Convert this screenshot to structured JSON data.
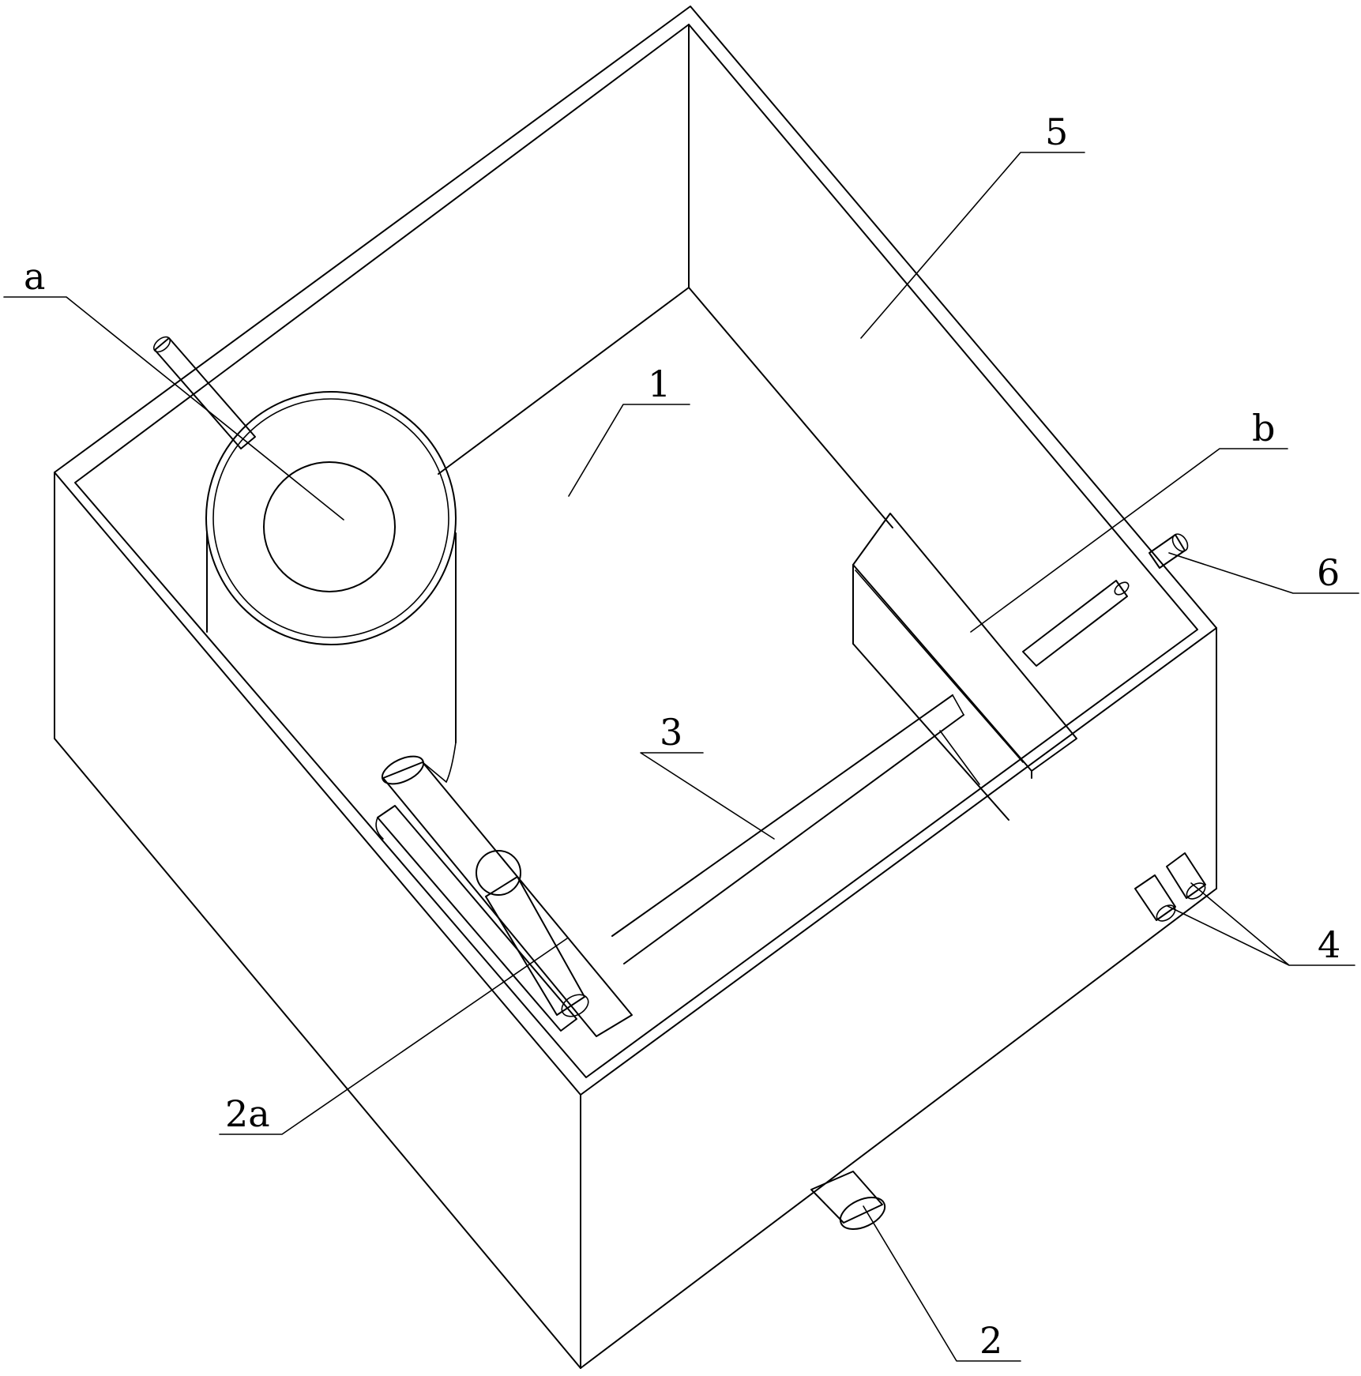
{
  "labels": {
    "a": "a",
    "one": "1",
    "five": "5",
    "b": "b",
    "six": "6",
    "three": "3",
    "four": "4",
    "two_a": "2a",
    "two": "2"
  },
  "colors": {
    "line": "#000000",
    "background": "#ffffff"
  }
}
